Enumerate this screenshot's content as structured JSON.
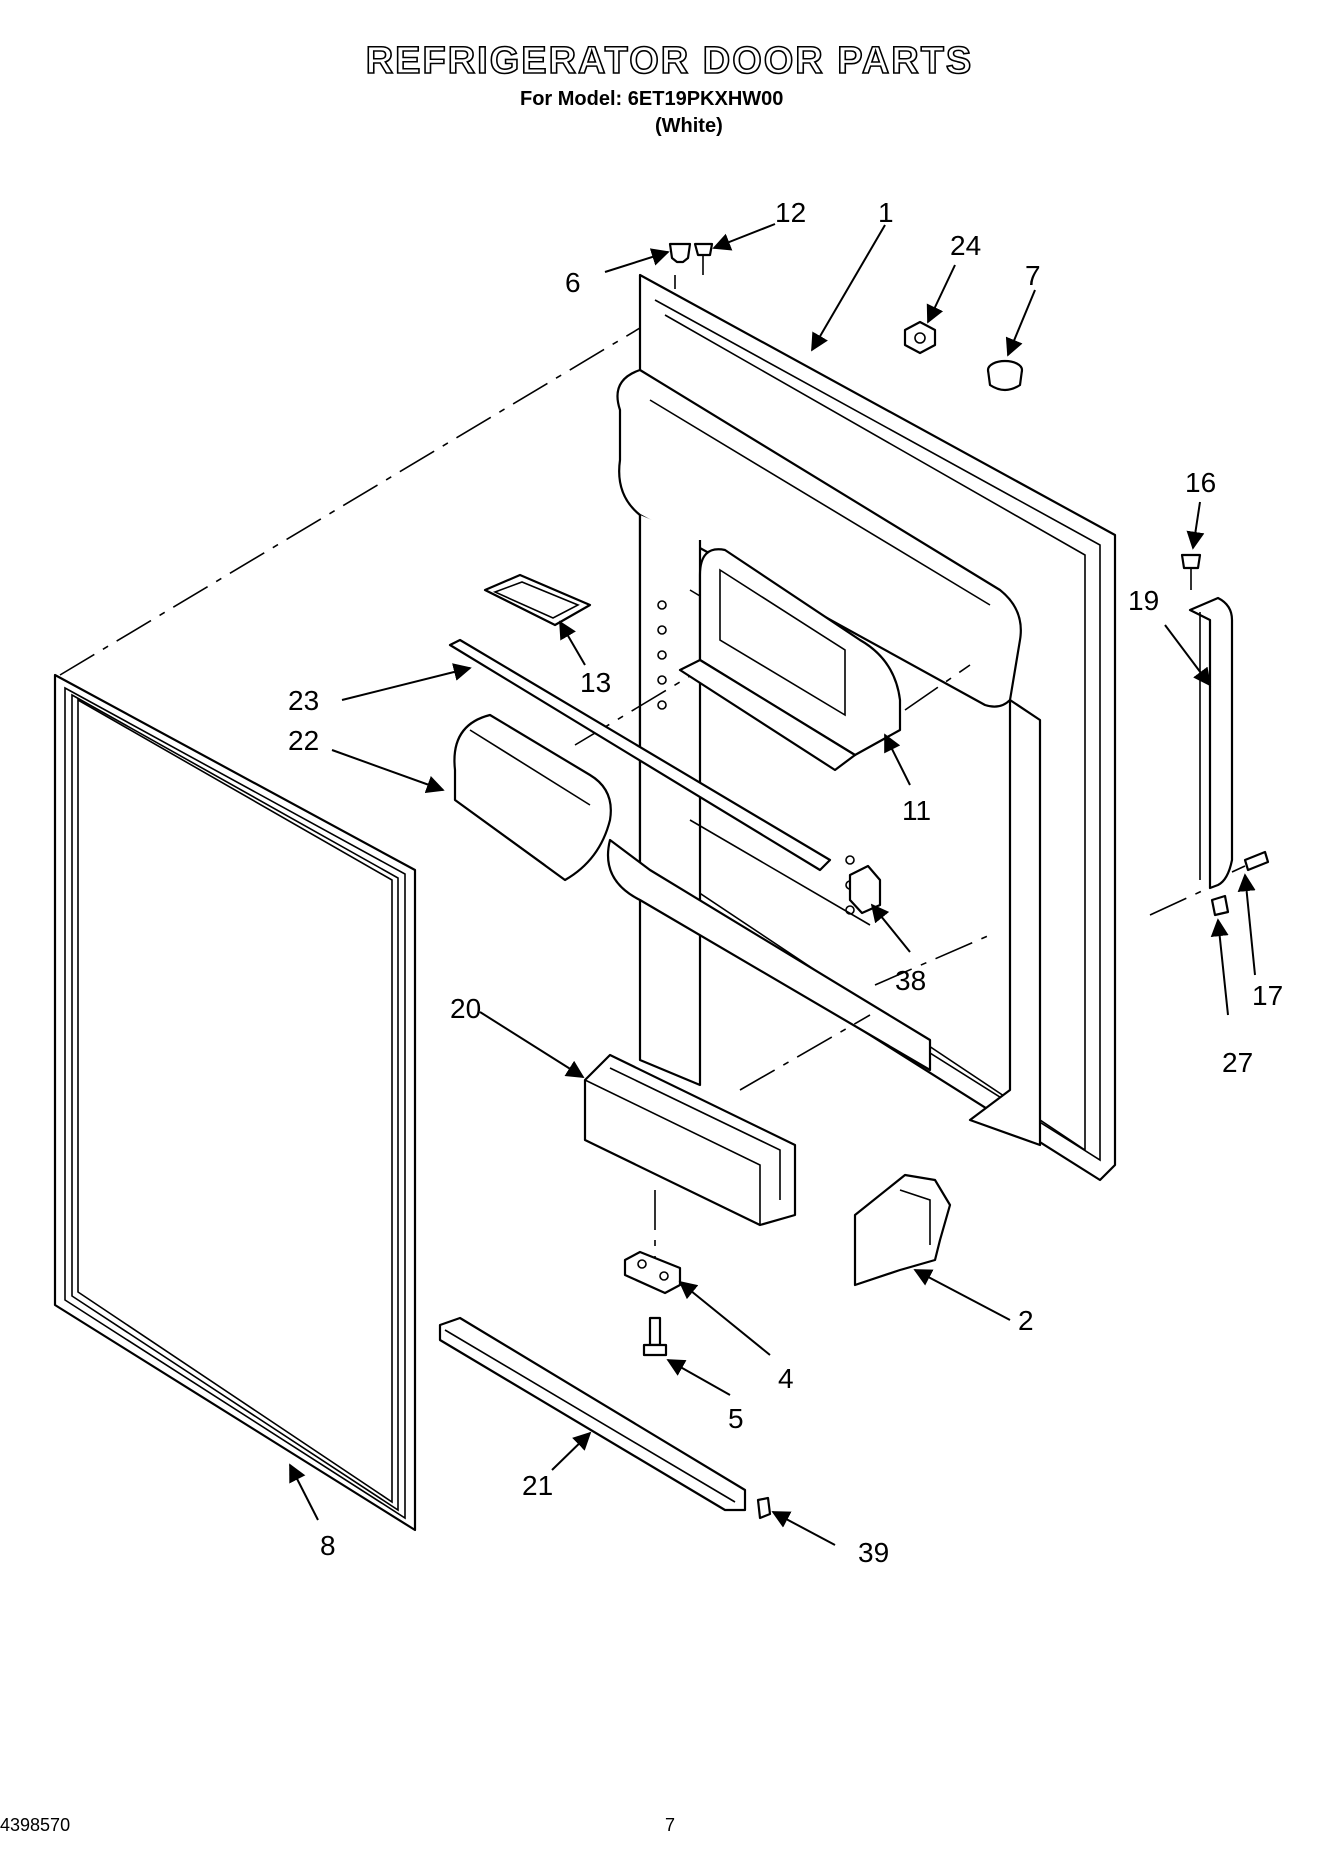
{
  "header": {
    "title": "REFRIGERATOR DOOR PARTS",
    "model_line": "For Model: 6ET19PKXHW00",
    "color": "(White)"
  },
  "footer": {
    "doc_number": "4398570",
    "page_number": "7"
  },
  "callouts": [
    {
      "id": "1",
      "label": "1"
    },
    {
      "id": "2",
      "label": "2"
    },
    {
      "id": "4",
      "label": "4"
    },
    {
      "id": "5",
      "label": "5"
    },
    {
      "id": "6",
      "label": "6"
    },
    {
      "id": "7",
      "label": "7"
    },
    {
      "id": "8",
      "label": "8"
    },
    {
      "id": "11",
      "label": "11"
    },
    {
      "id": "12",
      "label": "12"
    },
    {
      "id": "13",
      "label": "13"
    },
    {
      "id": "16",
      "label": "16"
    },
    {
      "id": "17",
      "label": "17"
    },
    {
      "id": "19",
      "label": "19"
    },
    {
      "id": "20",
      "label": "20"
    },
    {
      "id": "21",
      "label": "21"
    },
    {
      "id": "22",
      "label": "22"
    },
    {
      "id": "23",
      "label": "23"
    },
    {
      "id": "24",
      "label": "24"
    },
    {
      "id": "27",
      "label": "27"
    },
    {
      "id": "38",
      "label": "38"
    },
    {
      "id": "39",
      "label": "39"
    }
  ]
}
